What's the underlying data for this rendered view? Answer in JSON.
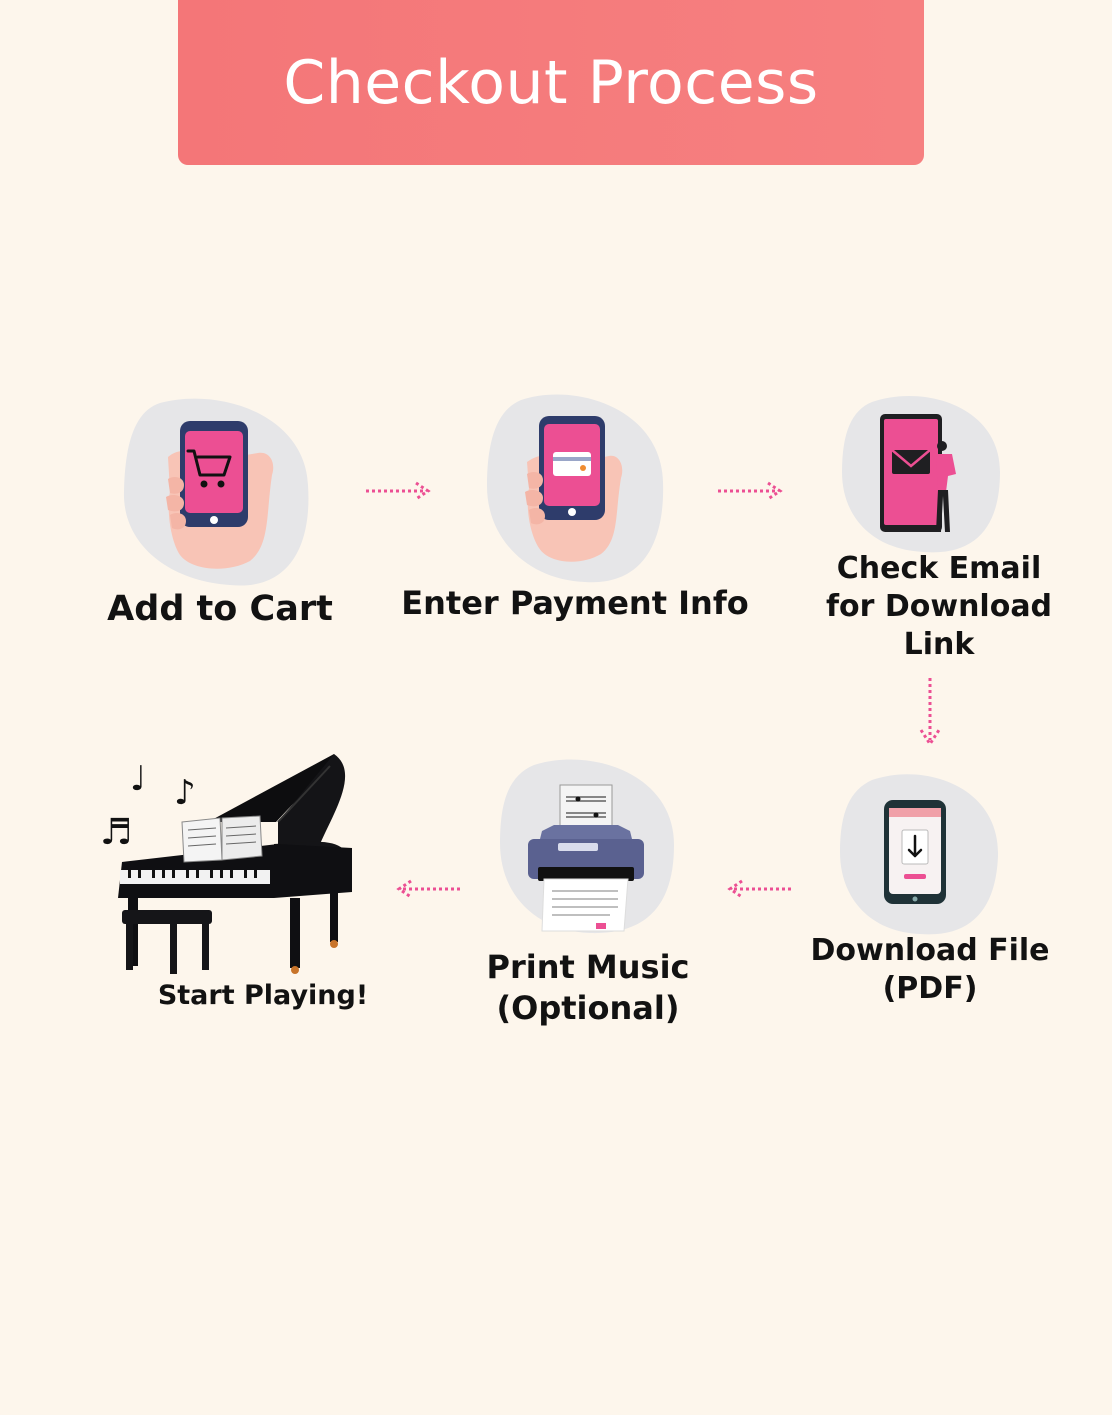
{
  "header": {
    "title": "Checkout Process"
  },
  "steps": [
    {
      "id": "add-to-cart",
      "label": "Add to Cart",
      "icon": "cart-phone-icon"
    },
    {
      "id": "enter-payment",
      "label": "Enter Payment Info",
      "icon": "card-phone-icon"
    },
    {
      "id": "check-email",
      "label": "Check Email for Download Link",
      "icon": "email-phone-icon"
    },
    {
      "id": "download-file",
      "label": "Download File (PDF)",
      "icon": "download-phone-icon"
    },
    {
      "id": "print-music",
      "label": "Print Music (Optional)",
      "icon": "printer-icon"
    },
    {
      "id": "start-playing",
      "label": "Start Playing!",
      "icon": "piano-icon"
    }
  ],
  "colors": {
    "banner": "#f47678",
    "accent": "#ec4f93",
    "blob": "#e6e6e8",
    "background": "#fdf6ec"
  }
}
